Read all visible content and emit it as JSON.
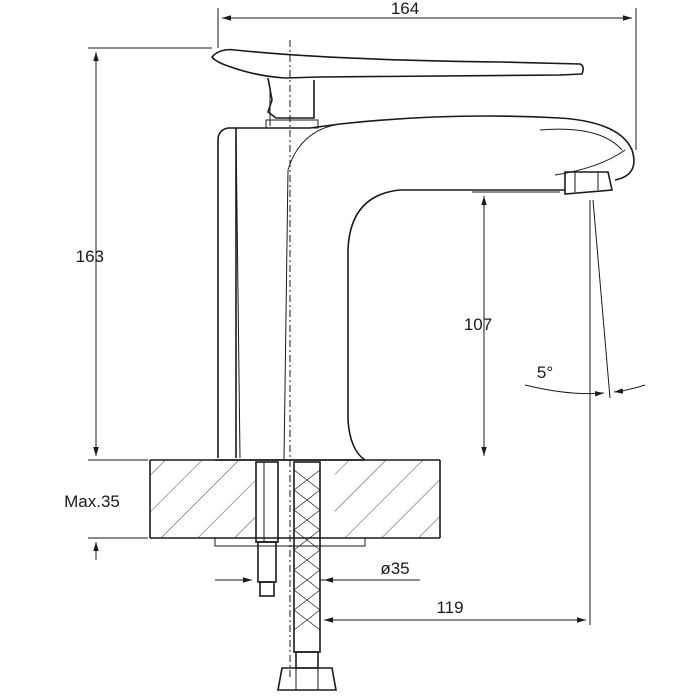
{
  "drawing": {
    "subject": "",
    "dimensions": {
      "overall_width": "164",
      "overall_height": "163",
      "spout_height": "107",
      "spout_angle": "5°",
      "max_deck_thickness": "Max.35",
      "hole_diameter": "ø35",
      "spout_reach": "119"
    }
  }
}
